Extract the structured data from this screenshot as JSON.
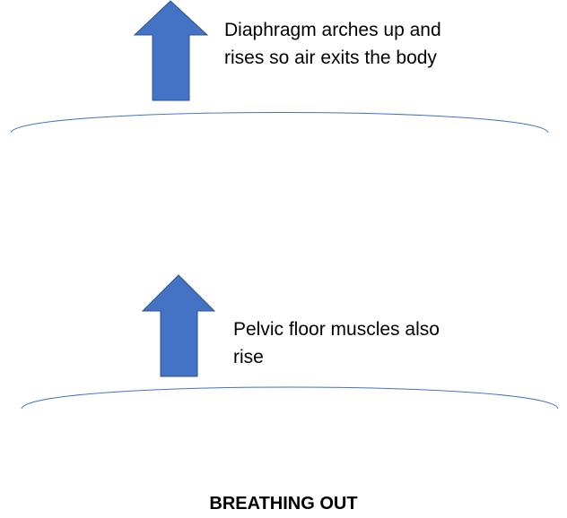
{
  "colors": {
    "arrow_fill": "#4472c4",
    "arrow_stroke": "#2f528f",
    "arc_stroke": "#4472c4"
  },
  "diaphragm": {
    "line1": "Diaphragm arches up and",
    "line2": "rises so air exits the body"
  },
  "pelvic_floor": {
    "line1": "Pelvic floor muscles also",
    "line2": "rise"
  },
  "title": "BREATHING OUT"
}
